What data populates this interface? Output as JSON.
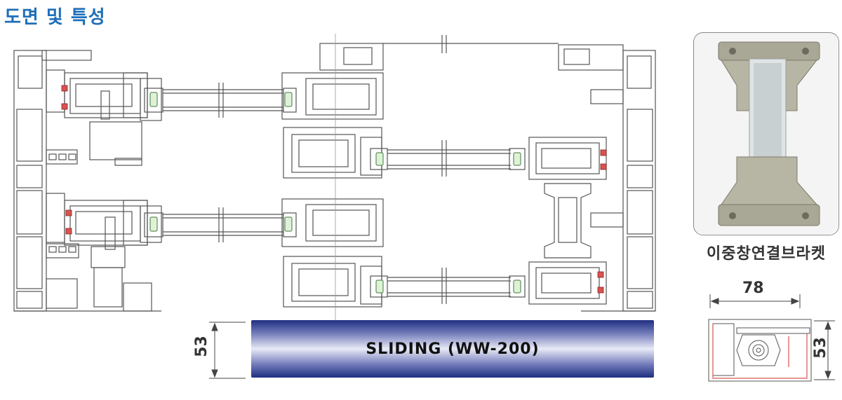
{
  "header": {
    "title": "도면 및 특성"
  },
  "banner": {
    "label": "SLIDING (WW-200)"
  },
  "photo": {
    "caption": "이중창연결브라켓"
  },
  "dimensions": {
    "height_left": "53",
    "width_small": "78",
    "height_small": "53"
  },
  "colors": {
    "title": "#1f6fb8",
    "banner_dark": "#1f2f80",
    "banner_light": "#e8eaf6",
    "accent_red": "#d9534f"
  }
}
